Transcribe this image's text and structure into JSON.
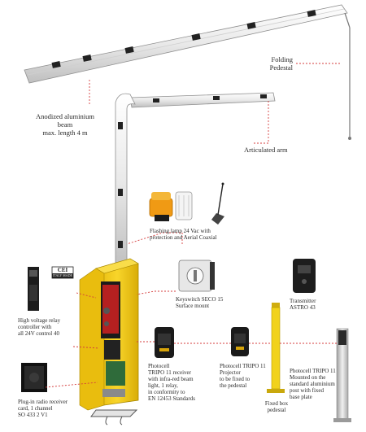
{
  "labels": {
    "beam": "Anodized aluminium\nbeam\nmax. length 4 m",
    "folding_pedestal": "Folding\nPedestal",
    "articulated_arm": "Articulated arm",
    "flashing_lamp": "Flashing lamp 24 Vac with\nprotection and Aerial Coaxial",
    "keyswitch": "Keyswitch SECO 15\nSurface mount",
    "transmitter": "Transmitter\nASTRO 43",
    "high_voltage_relay": "High voltage relay\ncontroller with\nall 24V control 40",
    "cei_badge": "CEI",
    "cei_sub": "ITALY MADE",
    "photocell_receiver": "Photocell\nTRIPO 11 receiver\nwith infra-red beam\nlight, 1 relay,\nin conformity to\nEN 12453 Standards",
    "photocell_projector": "Photocell TRIPO 11\nProjector\nto be fixed to\nthe pedestal",
    "photocell_column": "Photocell TRIPO 11\nMounted on the\nstandard aluminium\npost with fixed\nbase plate",
    "plugin_radio": "Plug-in radio receiver\ncard, 1 channel\nSO 433 2 V1",
    "fixed_pedestal": "Fixed box\npedestal"
  },
  "colors": {
    "beam": "#f2f2f2",
    "beam_outline": "#9a9a9a",
    "cabinet": "#f6cf1a",
    "cabinet_dark": "#c9a205",
    "pole": "#f1d21b",
    "leader": "#d43c3c",
    "device": "#1c1c1c",
    "column": "#d9d9d9"
  }
}
